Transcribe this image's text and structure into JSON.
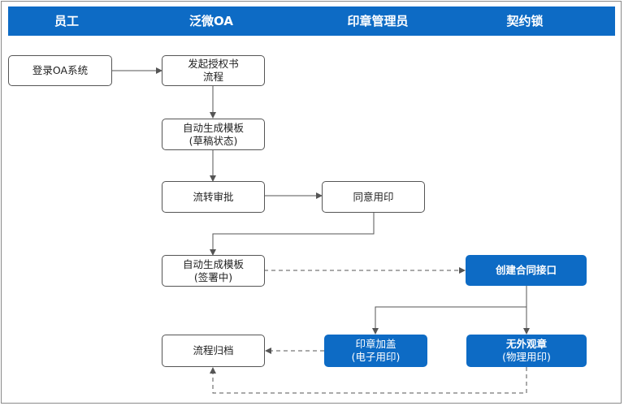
{
  "lanes": [
    "员工",
    "泛微OA",
    "印章管理员",
    "契约锁"
  ],
  "nodes": {
    "login_oa": [
      "登录OA系统"
    ],
    "start_auth": [
      "发起授权书",
      "流程"
    ],
    "gen_draft": [
      "自动生成模板",
      "(草稿状态)"
    ],
    "route_approval": [
      "流转审批"
    ],
    "agree_seal": [
      "同意用印"
    ],
    "gen_signing": [
      "自动生成模板",
      "(签署中)"
    ],
    "create_contract_api": [
      "创建合同接口"
    ],
    "archive": [
      "流程归档"
    ],
    "electronic_seal": [
      "印章加盖",
      "(电子用印)"
    ],
    "physical_seal": [
      "无外观章",
      "(物理用印)"
    ]
  },
  "colors": {
    "header": "#0d6bc5",
    "blue_node": "#0d6bc5",
    "line": "#555555"
  }
}
